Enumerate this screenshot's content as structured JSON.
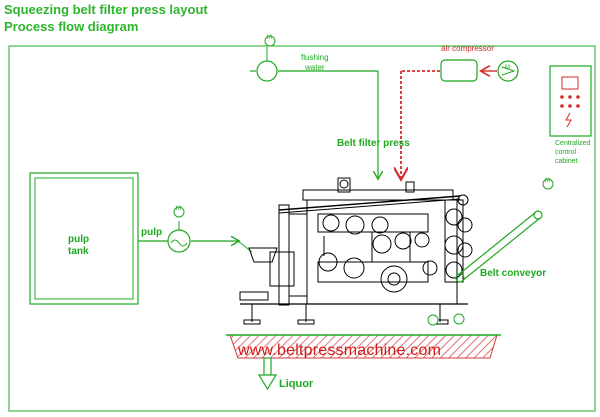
{
  "titles": {
    "line1": "Squeezing belt filter press layout",
    "line2": "Process flow diagram"
  },
  "labels": {
    "flushing_water": [
      "flushing",
      "water"
    ],
    "air_compressor": "air compressor",
    "belt_filter_press": "Belt filter press",
    "control_cabinet": [
      "Centralized",
      "control",
      "cabinet"
    ],
    "pulp_tank": [
      "pulp",
      "tank"
    ],
    "pulp_line": "pulp",
    "belt_conveyor": "Belt conveyor",
    "liquor": "Liquor",
    "motor_symbol": "M"
  },
  "watermark": "www.beltpressmachine.com",
  "colors": {
    "green": "#1fa81f",
    "red": "#d62b2b",
    "black": "#000000",
    "hatch": "#d23c3c"
  }
}
